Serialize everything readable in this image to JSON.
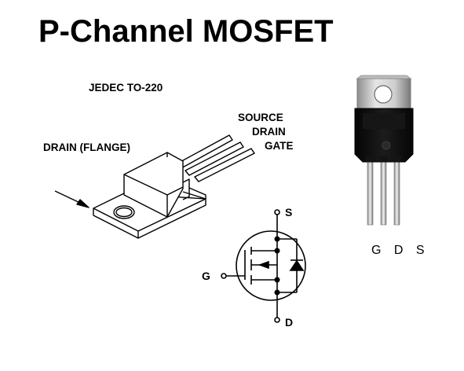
{
  "title": "P-Channel MOSFET",
  "package_diagram": {
    "package_label": "JEDEC TO-220",
    "drain_flange_label": "DRAIN (FLANGE)",
    "lead_labels": [
      "SOURCE",
      "DRAIN",
      "GATE"
    ]
  },
  "schematic": {
    "source_label": "S",
    "gate_label": "G",
    "drain_label": "D"
  },
  "photo": {
    "pinout_label": "G D S"
  }
}
